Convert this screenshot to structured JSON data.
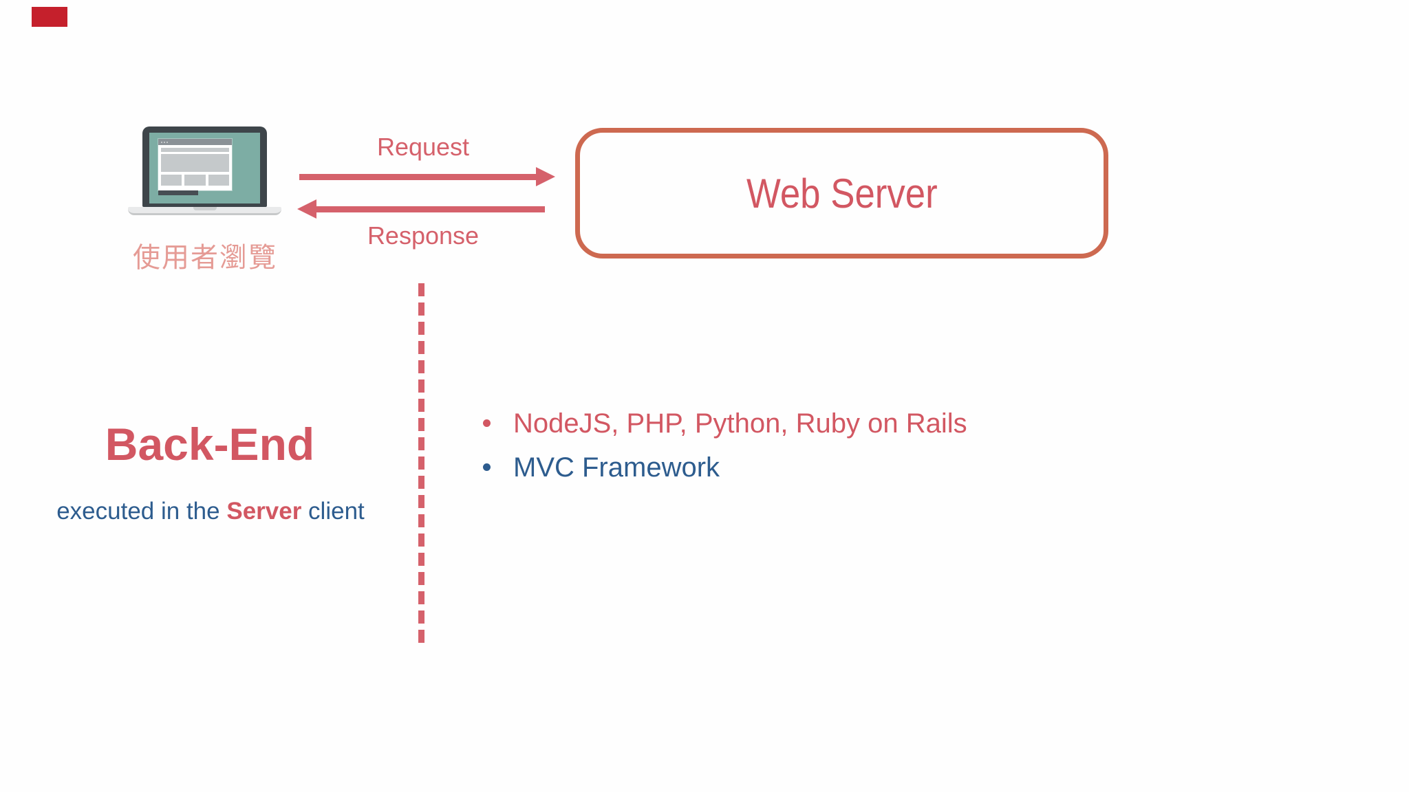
{
  "theme": {
    "salmon": "#d25762",
    "arrow": "#d5616b",
    "terracotta": "#cd6950",
    "blue": "#2d5c8e",
    "light_red": "#e59b95",
    "flag_red": "#c5202c",
    "teal": "#7dada4",
    "charcoal": "#3e454a",
    "ui_gray": "#c5c9cb",
    "ui_gray_dark": "#8a9196"
  },
  "client": {
    "label": "使用者瀏覽"
  },
  "arrows": {
    "request_label": "Request",
    "response_label": "Response"
  },
  "server_box": {
    "label": "Web Server"
  },
  "backend": {
    "title": "Back-End",
    "subtitle_prefix": "executed in the ",
    "subtitle_highlight": "Server",
    "subtitle_suffix": " client"
  },
  "bullets": [
    {
      "text": "NodeJS, PHP, Python, Ruby on Rails",
      "color": "#d25762"
    },
    {
      "text": "MVC Framework",
      "color": "#2d5c8e"
    }
  ]
}
